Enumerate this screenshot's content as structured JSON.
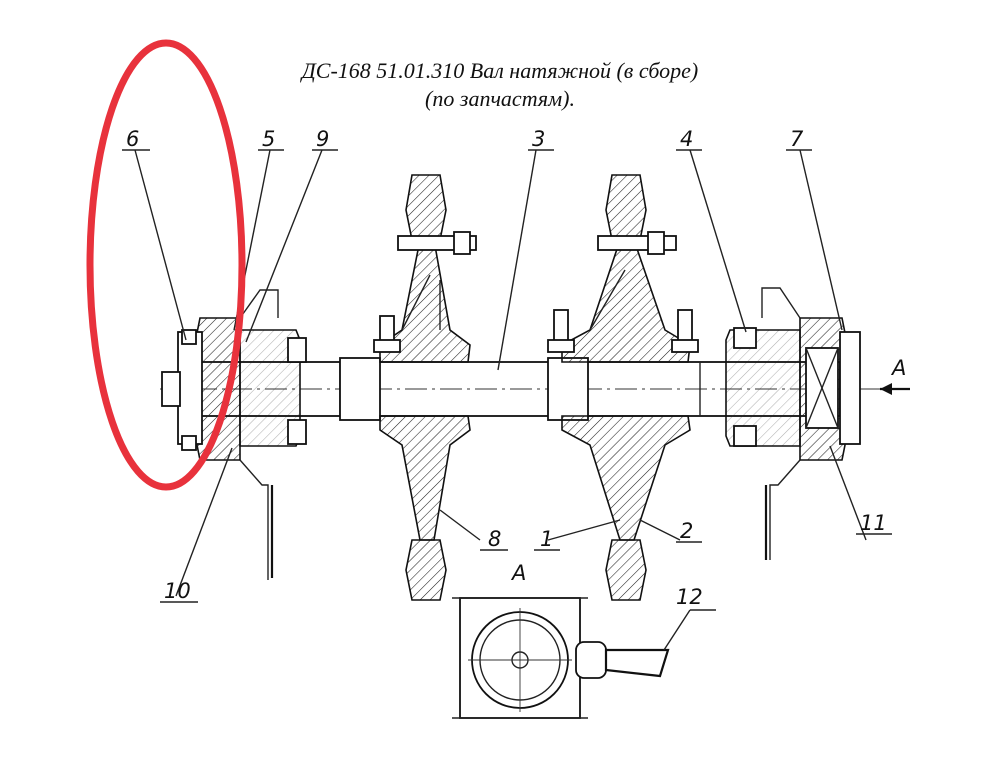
{
  "title": {
    "line1": "ДС-168 51.01.310 Вал натяжной (в сборе)",
    "line2": "(по запчастям)."
  },
  "callouts": [
    {
      "id": "6",
      "label": "6"
    },
    {
      "id": "5",
      "label": "5"
    },
    {
      "id": "9",
      "label": "9"
    },
    {
      "id": "3",
      "label": "3"
    },
    {
      "id": "4",
      "label": "4"
    },
    {
      "id": "7",
      "label": "7"
    },
    {
      "id": "8",
      "label": "8"
    },
    {
      "id": "1",
      "label": "1"
    },
    {
      "id": "2",
      "label": "2"
    },
    {
      "id": "10",
      "label": "10"
    },
    {
      "id": "11",
      "label": "11"
    },
    {
      "id": "12",
      "label": "12"
    }
  ],
  "view_labels": {
    "arrow_a": "A",
    "section_a": "A"
  },
  "highlight": {
    "color": "#e8323c"
  }
}
